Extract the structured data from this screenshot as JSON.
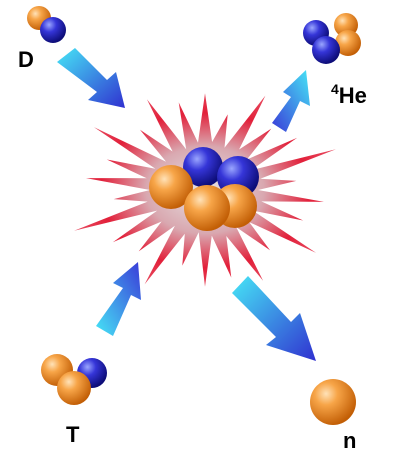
{
  "labels": {
    "deuterium": "D",
    "helium_mass_number": "4",
    "helium_symbol": "He",
    "tritium": "T",
    "neutron": "n"
  },
  "colors": {
    "proton": "#f08a1c",
    "neutron": "#2a2ad0",
    "burst_outer": "#e0102a",
    "burst_inner": "#c8c8c8",
    "arrow_light": "#40d8f0",
    "arrow_dark": "#3a3ad8",
    "label": "#000000"
  },
  "icons": {
    "deuterium_nucleus": "deuterium-nucleus-icon",
    "helium_nucleus": "helium-nucleus-icon",
    "tritium_nucleus": "tritium-nucleus-icon",
    "neutron_particle": "neutron-particle-icon",
    "fusion_burst": "fusion-burst-icon"
  }
}
